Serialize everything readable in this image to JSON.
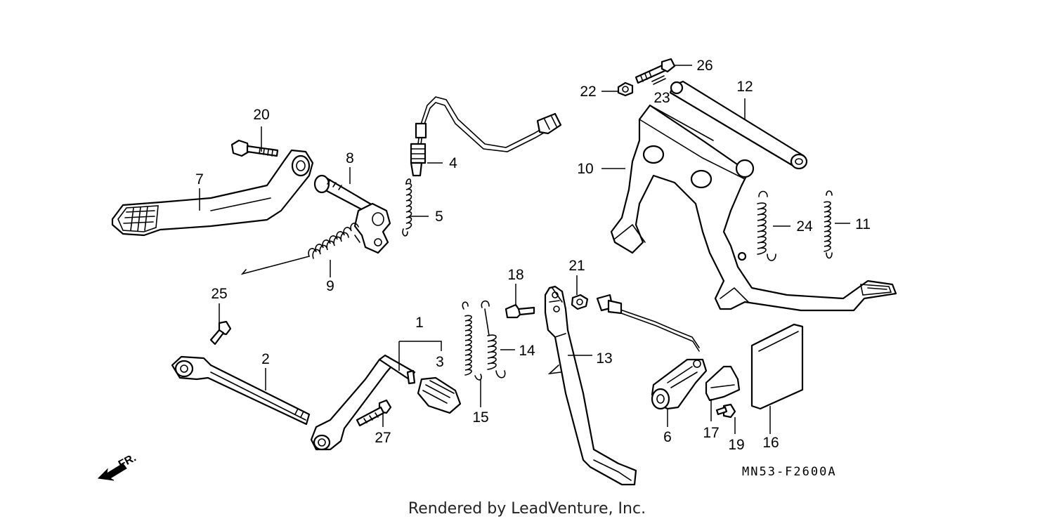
{
  "diagram": {
    "callouts": [
      "1",
      "2",
      "3",
      "4",
      "5",
      "6",
      "7",
      "8",
      "9",
      "10",
      "11",
      "12",
      "13",
      "14",
      "15",
      "16",
      "17",
      "18",
      "19",
      "20",
      "21",
      "22",
      "23",
      "24",
      "25",
      "26",
      "27"
    ],
    "code": "MN53-F2600A",
    "direction": "FR.",
    "footer": "Rendered by LeadVenture, Inc."
  }
}
